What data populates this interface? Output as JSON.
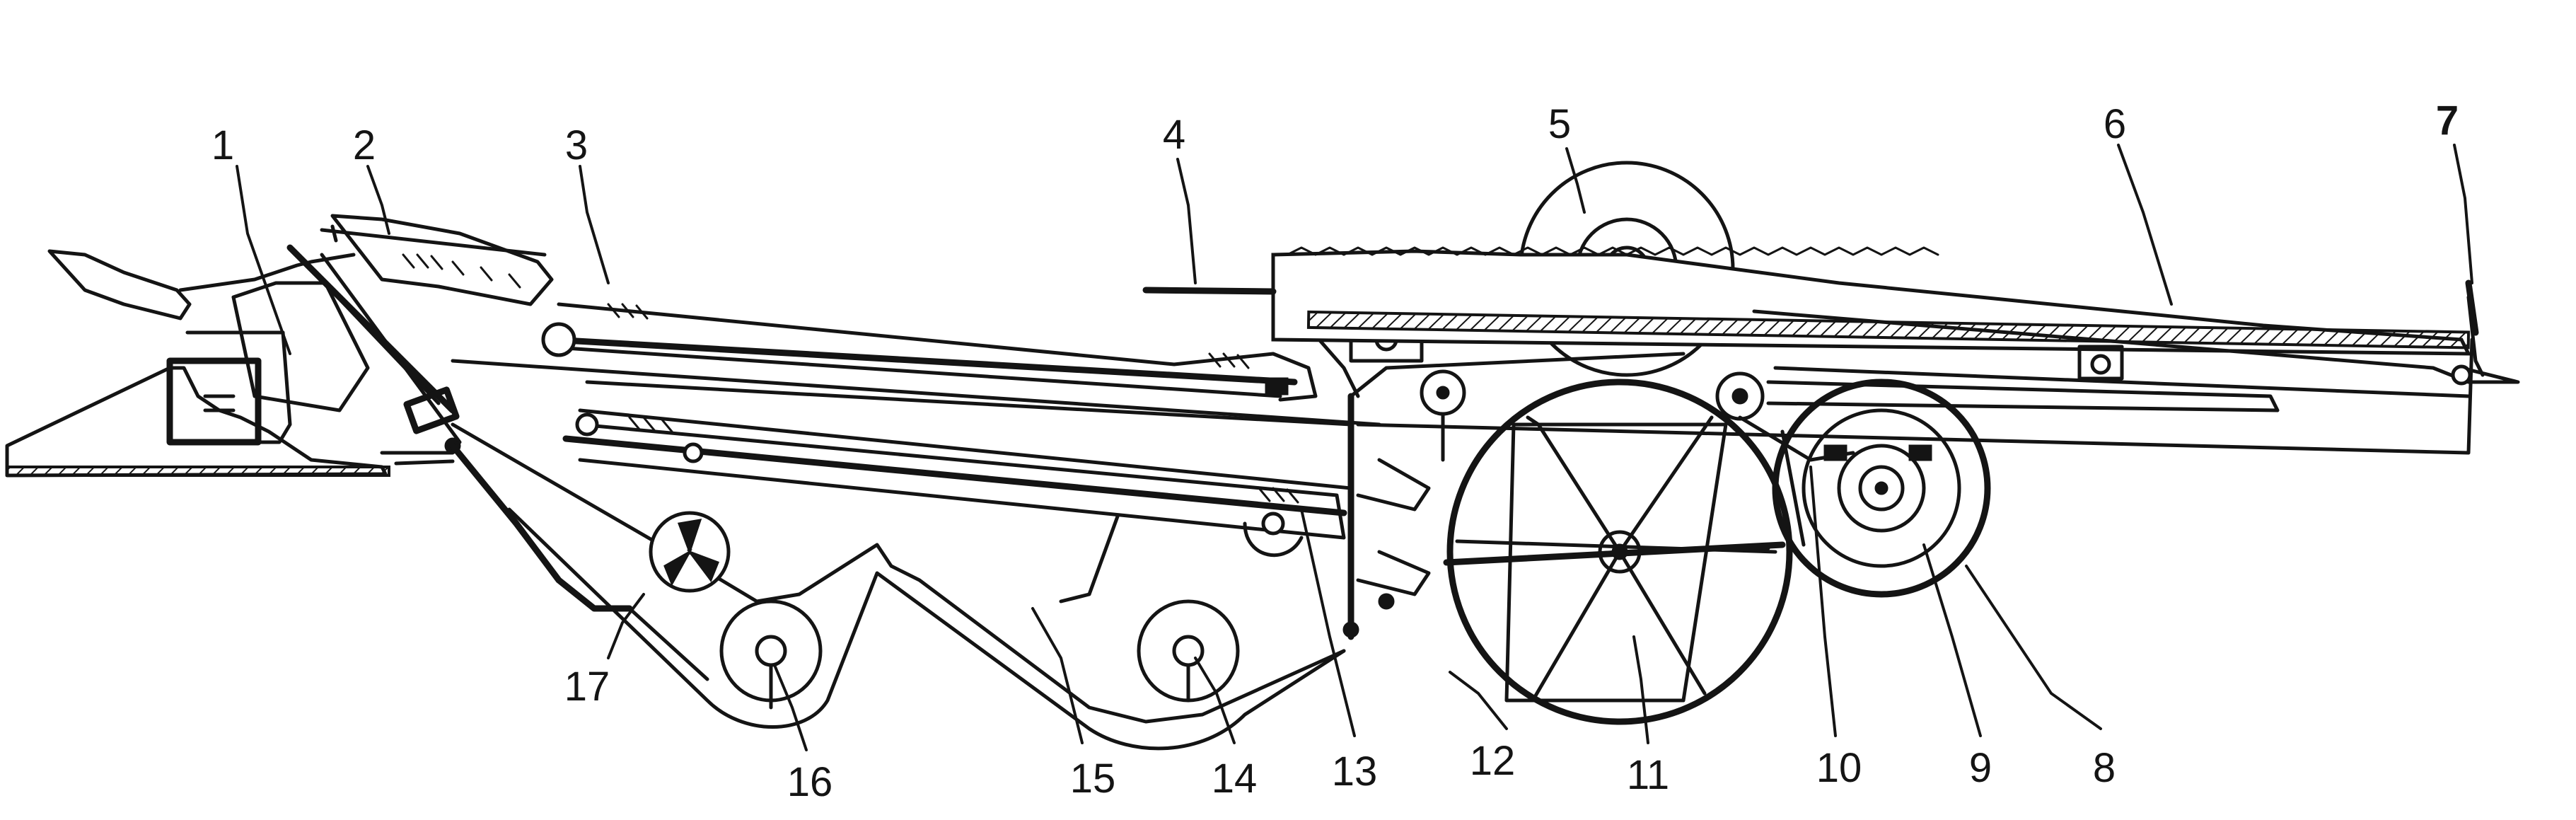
{
  "diagram": {
    "callouts": [
      {
        "id": "c1",
        "label": "1"
      },
      {
        "id": "c2",
        "label": "2"
      },
      {
        "id": "c3",
        "label": "3"
      },
      {
        "id": "c4",
        "label": "4"
      },
      {
        "id": "c5",
        "label": "5"
      },
      {
        "id": "c6",
        "label": "6"
      },
      {
        "id": "c7",
        "label": "7"
      },
      {
        "id": "c8",
        "label": "8"
      },
      {
        "id": "c9",
        "label": "9"
      },
      {
        "id": "c10",
        "label": "10"
      },
      {
        "id": "c11",
        "label": "11"
      },
      {
        "id": "c12",
        "label": "12"
      },
      {
        "id": "c13",
        "label": "13"
      },
      {
        "id": "c14",
        "label": "14"
      },
      {
        "id": "c15",
        "label": "15"
      },
      {
        "id": "c16",
        "label": "16"
      },
      {
        "id": "c17",
        "label": "17"
      }
    ]
  }
}
